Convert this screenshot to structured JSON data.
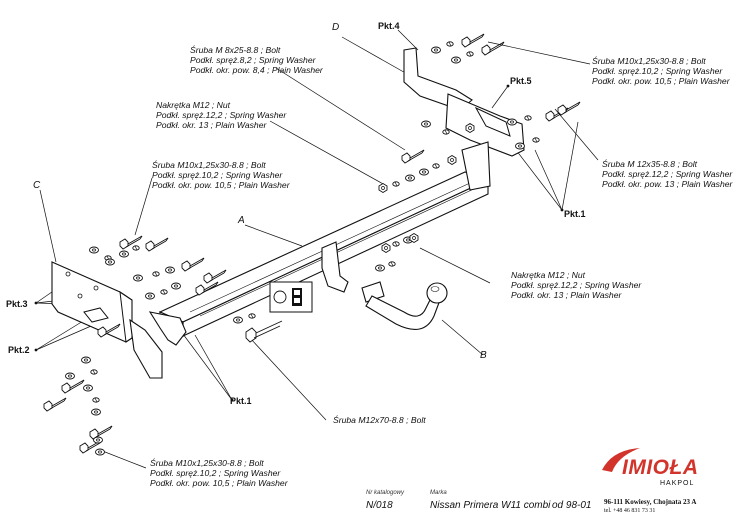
{
  "labels": {
    "A": "A",
    "B": "B",
    "C": "C",
    "D": "D"
  },
  "points": {
    "pkt1_top": "Pkt.1",
    "pkt1_bottom": "Pkt.1",
    "pkt2": "Pkt.2",
    "pkt3": "Pkt.3",
    "pkt4": "Pkt.4",
    "pkt5": "Pkt.5"
  },
  "notes": {
    "bolt_m8": [
      "Śruba M 8x25-8.8 ;  Bolt",
      "Podkł. spręż.8,2 ; Spring Washer",
      "Podkł. okr. pow. 8,4 ; Plain Washer"
    ],
    "bolt_m10_top_right": [
      "Śruba M10x1,25x30-8.8 ;  Bolt",
      "Podkł. spręż.10,2 ; Spring Washer",
      "Podkł. okr. pow. 10,5 ; Plain Washer"
    ],
    "nut_m12_top": [
      "Nakrętka  M12 ; Nut",
      "Podkł. spręż.12,2 ; Spring Washer",
      "Podkł. okr. 13 ; Plain Washer"
    ],
    "bolt_m12x35": [
      "Śruba M 12x35-8.8 ;  Bolt",
      "Podkł. spręż.12,2 ; Spring Washer",
      "Podkł. okr. pow. 13 ; Plain Washer"
    ],
    "bolt_m10_left": [
      "Śruba M10x1,25x30-8.8 ;  Bolt",
      "Podkł. spręż.10,2 ; Spring Washer",
      "Podkł. okr. pow. 10,5 ; Plain Washer"
    ],
    "nut_m12_right": [
      "Nakrętka  M12 ; Nut",
      "Podkł. spręż.12,2 ; Spring Washer",
      "Podkł. okr. 13 ; Plain Washer"
    ],
    "bolt_m12x70": [
      "Śruba M12x70-8.8 ;  Bolt"
    ],
    "bolt_m10_bottom": [
      "Śruba M10x1,25x30-8.8 ;  Bolt",
      "Podkł. spręż.10,2 ; Spring Washer",
      "Podkł. okr. pow. 10,5 ; Plain Washer"
    ]
  },
  "footer": {
    "catalog_caption": "Nr katalogowy",
    "catalog_number": "N/018",
    "brand_caption": "Marka",
    "vehicle": "Nissan Primera W11 combi",
    "date": "od 98-01",
    "company_logo": "IMIOŁA",
    "company_sub": "HAKPOL",
    "address": "96-111 Kowiesy, Chojnata 23 A",
    "phone": "tel. +48 46 831 73 31"
  }
}
